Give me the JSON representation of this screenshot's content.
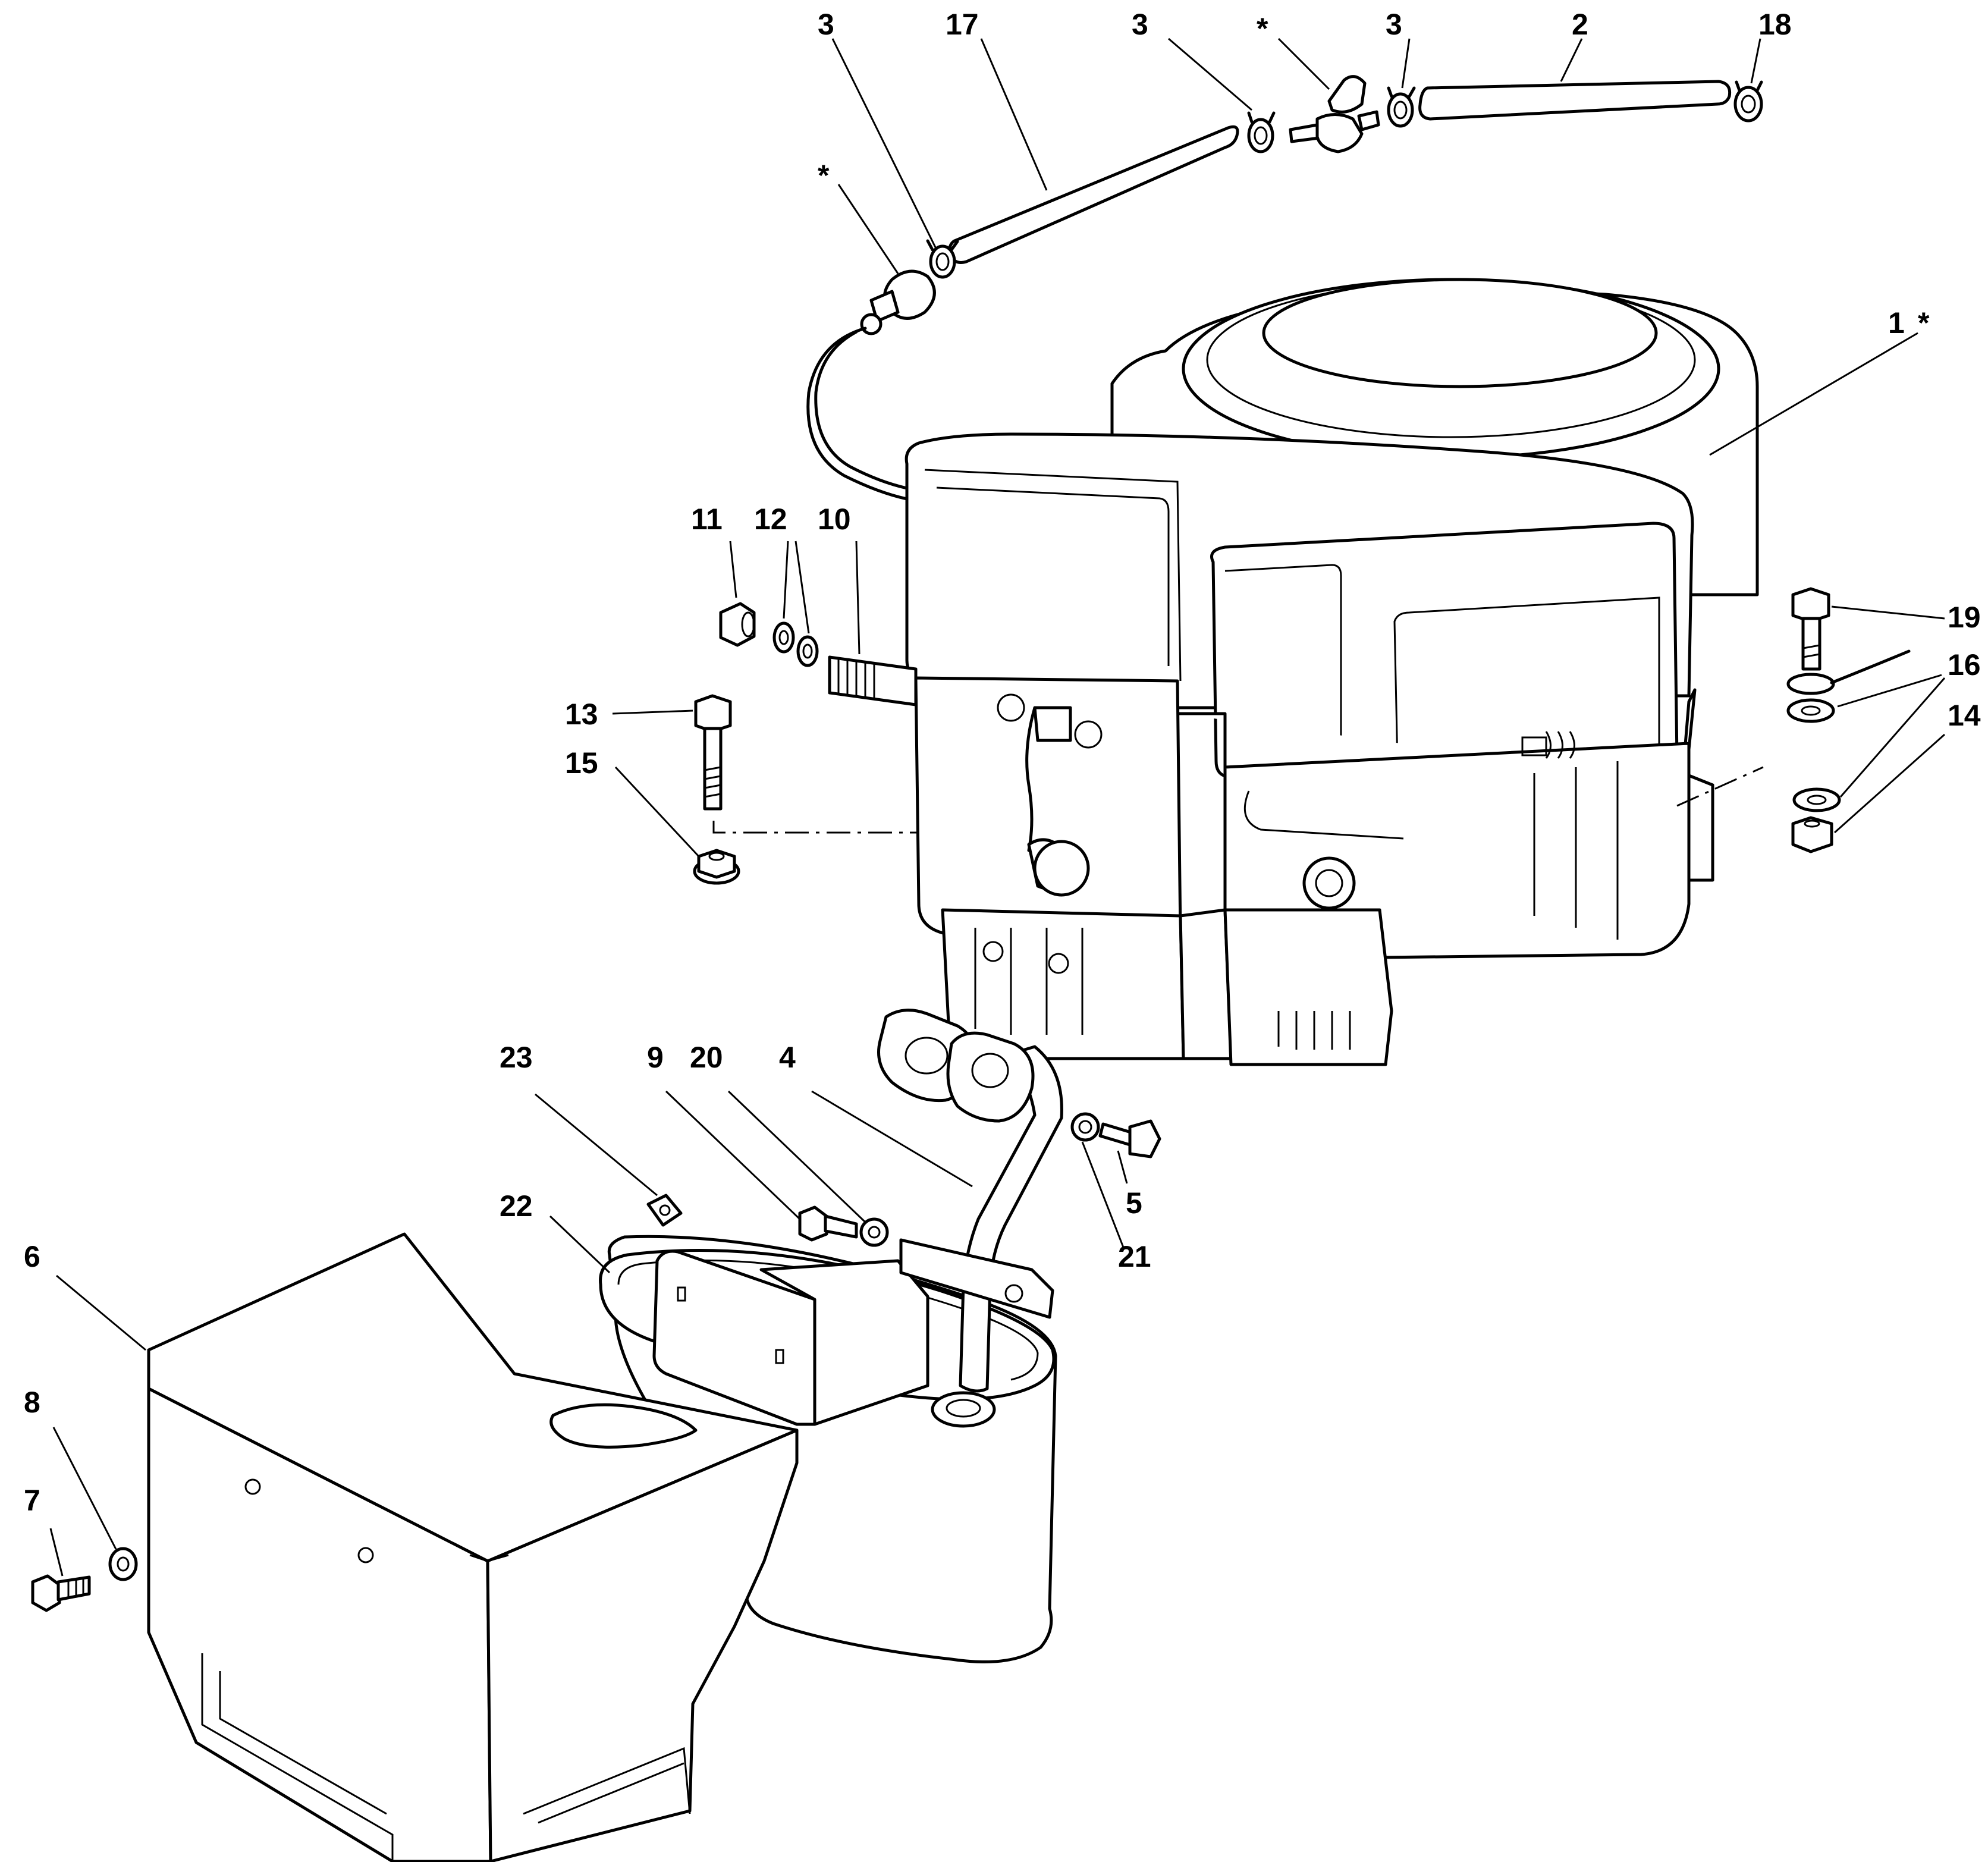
{
  "callouts": {
    "c3a": "3",
    "c17": "17",
    "c3b": "3",
    "star_valve": "*",
    "c3c": "3",
    "c2": "2",
    "c18": "18",
    "star_filter": "*",
    "c1": "1",
    "c1_star": "*",
    "c11": "11",
    "c12": "12",
    "c10": "10",
    "c19": "19",
    "c16": "16",
    "c14": "14",
    "c13": "13",
    "c15": "15",
    "c23": "23",
    "c9": "9",
    "c20": "20",
    "c4": "4",
    "c5": "5",
    "c21": "21",
    "c22": "22",
    "c6": "6",
    "c8": "8",
    "c7": "7"
  }
}
